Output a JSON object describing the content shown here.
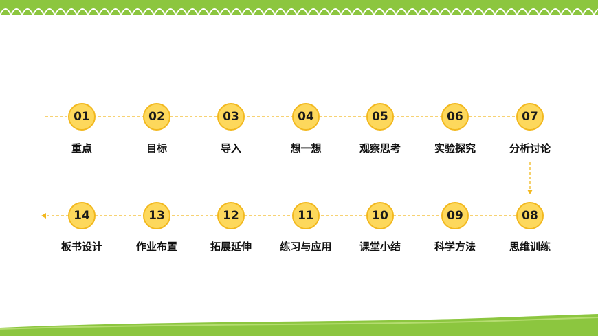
{
  "colors": {
    "green": "#8cc63f",
    "node_fill": "#fdd85c",
    "node_border": "#f2b81e",
    "connector": "#f2b81e"
  },
  "steps": [
    {
      "num": "01",
      "label": "重点"
    },
    {
      "num": "02",
      "label": "目标"
    },
    {
      "num": "03",
      "label": "导入"
    },
    {
      "num": "04",
      "label": "想一想"
    },
    {
      "num": "05",
      "label": "观察思考"
    },
    {
      "num": "06",
      "label": "实验探究"
    },
    {
      "num": "07",
      "label": "分析讨论"
    },
    {
      "num": "08",
      "label": "思维训练"
    },
    {
      "num": "09",
      "label": "科学方法"
    },
    {
      "num": "10",
      "label": "课堂小结"
    },
    {
      "num": "11",
      "label": "练习与应用"
    },
    {
      "num": "12",
      "label": "拓展延伸"
    },
    {
      "num": "13",
      "label": "作业布置"
    },
    {
      "num": "14",
      "label": "板书设计"
    }
  ]
}
